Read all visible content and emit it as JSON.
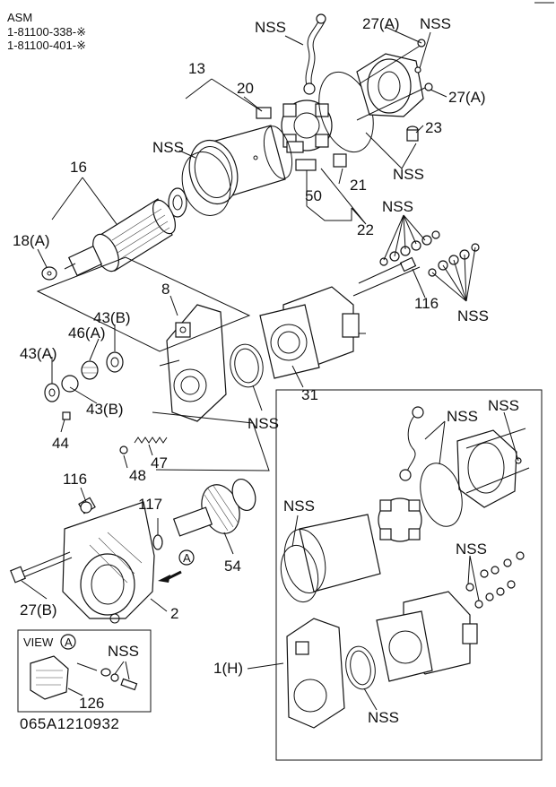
{
  "header": {
    "line1": "ASM",
    "line2": "1-81100-338-※",
    "line3": "1-81100-401-※"
  },
  "footer_code": "065A1210932",
  "view_box": {
    "title": "VIEW",
    "marker": "A",
    "labels": {
      "nss": "NSS",
      "part126": "126"
    }
  },
  "direction_marker": "A",
  "labels": {
    "nss_top_left": "NSS",
    "p27a_top": "27(A)",
    "nss_top_right": "NSS",
    "p13": "13",
    "p20": "20",
    "p27a_right": "27(A)",
    "nss_mid_left": "NSS",
    "p23": "23",
    "p16": "16",
    "nss_mid_right": "NSS",
    "p21": "21",
    "p50": "50",
    "p22": "22",
    "nss_washers": "NSS",
    "p18a": "18(A)",
    "p116_right": "116",
    "nss_right": "NSS",
    "p8": "8",
    "p43b_top": "43(B)",
    "p46a": "46(A)",
    "p43a": "43(A)",
    "p43b_bottom": "43(B)",
    "p31": "31",
    "nss_gasket": "NSS",
    "p44": "44",
    "p47": "47",
    "p48": "48",
    "p116_left": "116",
    "p117": "117",
    "p54": "54",
    "p27b": "27(B)",
    "p2": "2",
    "inset_nss_top": "NSS",
    "inset_nss_top2": "NSS",
    "inset_nss_left": "NSS",
    "inset_nss_mid": "NSS",
    "inset_nss_bottom": "NSS",
    "p1h": "1(H)"
  }
}
